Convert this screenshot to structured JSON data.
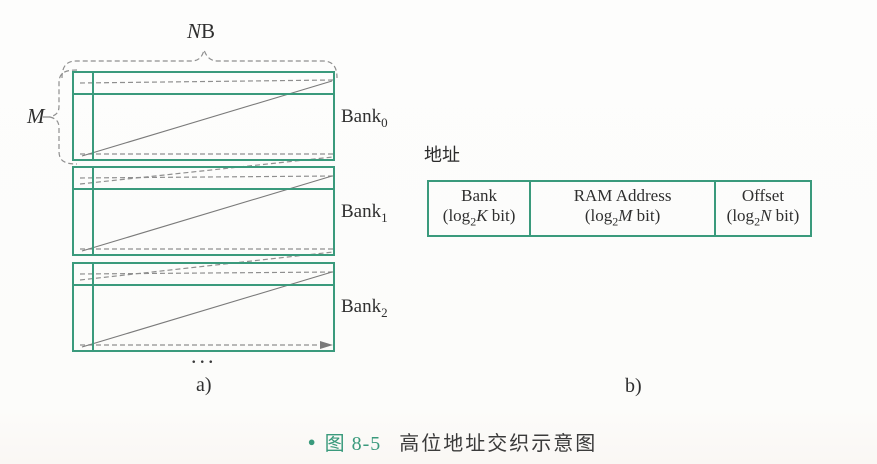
{
  "figure": {
    "panel_a": {
      "nb_label_italic": "N",
      "nb_label_regular": "B",
      "m_label": "M",
      "banks": [
        {
          "name": "Bank",
          "sub": "0"
        },
        {
          "name": "Bank",
          "sub": "1"
        },
        {
          "name": "Bank",
          "sub": "2"
        }
      ],
      "ellipsis": "...",
      "label": "a)"
    },
    "panel_b": {
      "address_label": "地址",
      "label": "b)",
      "table": {
        "cells": [
          {
            "line1": "Bank",
            "log": "(log",
            "log_sub": "2",
            "variable": "K",
            "unit": " bit)"
          },
          {
            "line1": "RAM Address",
            "log": "(log",
            "log_sub": "2",
            "variable": "M",
            "unit": " bit)"
          },
          {
            "line1": "Offset",
            "log": "(log",
            "log_sub": "2",
            "variable": "N",
            "unit": " bit)"
          }
        ]
      }
    },
    "caption": {
      "bullet": "●",
      "figure_no": "图 8-5",
      "title": "高位地址交织示意图"
    }
  },
  "colors": {
    "teal_line": "#3a9a7c",
    "gray_dashed_line": "#8f8f8f",
    "gray_solid_line": "#7a7a7a",
    "text_dark": "#2f2f2f",
    "background": "#fcfcfa"
  }
}
